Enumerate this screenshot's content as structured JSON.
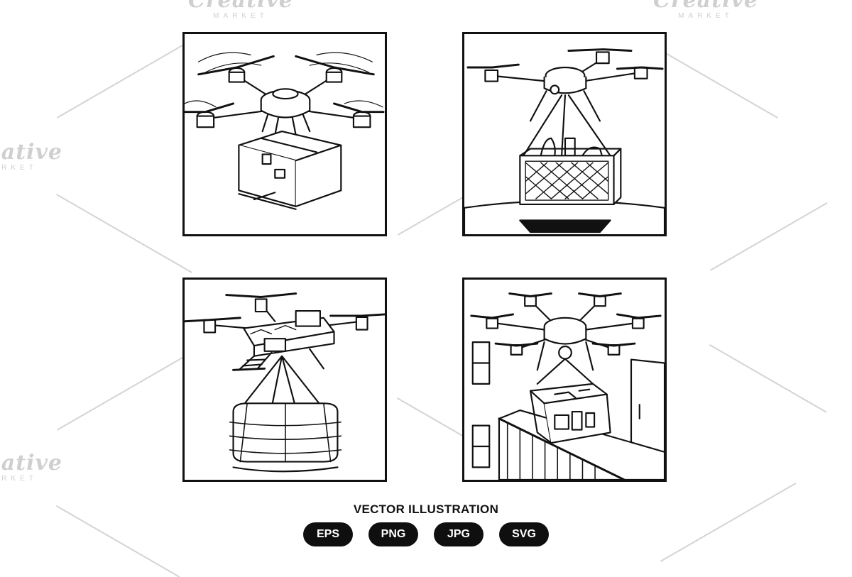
{
  "watermark": {
    "brand": "Creative",
    "sub": "MARKET"
  },
  "caption": "VECTOR ILLUSTRATION",
  "formats": [
    "EPS",
    "PNG",
    "JPG",
    "SVG"
  ],
  "illustrations": [
    {
      "subject": "quadcopter carrying cardboard box"
    },
    {
      "subject": "quadcopter carrying grocery crate over landing pad"
    },
    {
      "subject": "quadcopter with ladder carrying bundled cloth"
    },
    {
      "subject": "hexacopter delivering food container to balcony"
    }
  ]
}
